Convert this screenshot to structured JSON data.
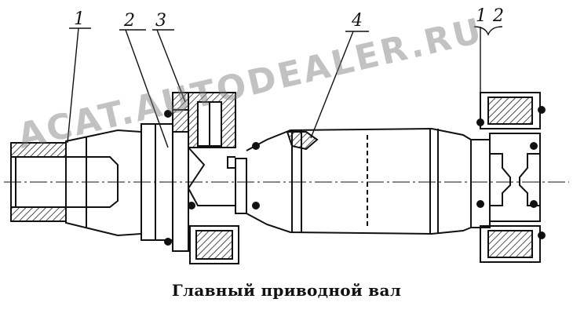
{
  "caption": "Главный приводной вал",
  "callouts": [
    "1",
    "2",
    "3",
    "4",
    "1",
    "2"
  ],
  "watermark": "ACAT.AUTODEALER.RU",
  "colors": {
    "ink": "#111111",
    "hatch": "#222222",
    "paper": "#ffffff"
  }
}
